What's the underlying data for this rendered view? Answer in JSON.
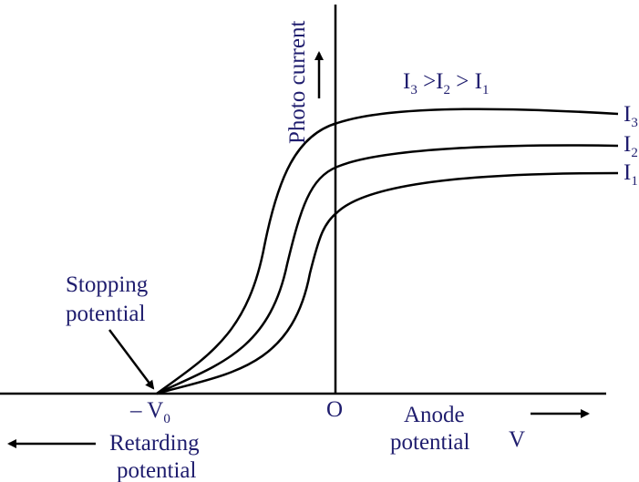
{
  "intensity_relation": {
    "i3": "I",
    "i3_sub": "3",
    "gt1": " >I",
    "i2_sub": "2",
    "gt2": " > I",
    "i1_sub": "1"
  },
  "curves": [
    {
      "label": "I",
      "sub": "3"
    },
    {
      "label": "I",
      "sub": "2"
    },
    {
      "label": "I",
      "sub": "1"
    }
  ],
  "y_axis_label": "Photo current",
  "stopping_label_line1": "Stopping",
  "stopping_label_line2": "potential",
  "v0_label": "– V",
  "v0_sub": "0",
  "origin_label": "O",
  "anode_line1": "Anode",
  "anode_line2": "potential",
  "v_label": "V",
  "retarding_line1": "Retarding",
  "retarding_line2": "potential",
  "colors": {
    "line": "#000000",
    "text": "#1f1d6e"
  }
}
